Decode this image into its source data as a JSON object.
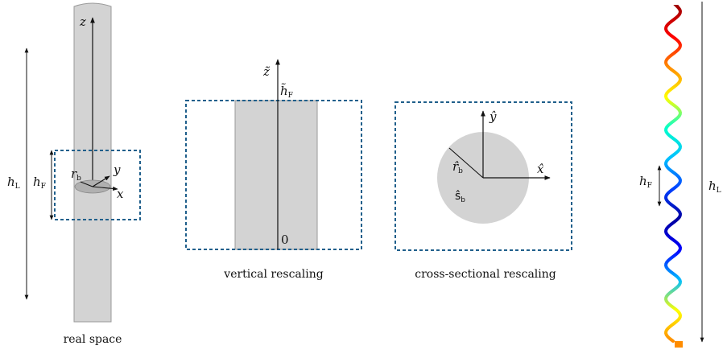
{
  "colors": {
    "rod_fill": "#d3d3d3",
    "rod_edge": "#9a9a9a",
    "box_dash": "#1f5f8b",
    "ink": "#111111",
    "disc_fill": "#b0b0b0"
  },
  "panel_real": {
    "caption": "real space",
    "z_label": "z",
    "y_label": "y",
    "x_label": "x",
    "r_label": "r",
    "r_sub": "b",
    "hL_label": "h",
    "hL_sub": "L",
    "hF_label": "h",
    "hF_sub": "F"
  },
  "panel_vertical": {
    "caption": "vertical rescaling",
    "z_label": "z̃",
    "top_label": "h̃",
    "top_sub": "F",
    "bottom_label": "0"
  },
  "panel_cross": {
    "caption": "cross-sectional rescaling",
    "y_label": "ŷ",
    "x_label": "x̂",
    "r_label": "r̂",
    "r_sub": "b",
    "s_label": "ŝ",
    "s_sub": "b"
  },
  "panel_helix": {
    "hF_label": "h",
    "hF_sub": "F",
    "hL_label": "h",
    "hL_sub": "L",
    "gradient_stops": [
      "#a00000",
      "#ff0000",
      "#ff8c00",
      "#ffff00",
      "#00ffcc",
      "#00bfff",
      "#0040ff",
      "#0000a0",
      "#0000ff",
      "#00bfff",
      "#ffff00",
      "#ff8c00"
    ]
  }
}
